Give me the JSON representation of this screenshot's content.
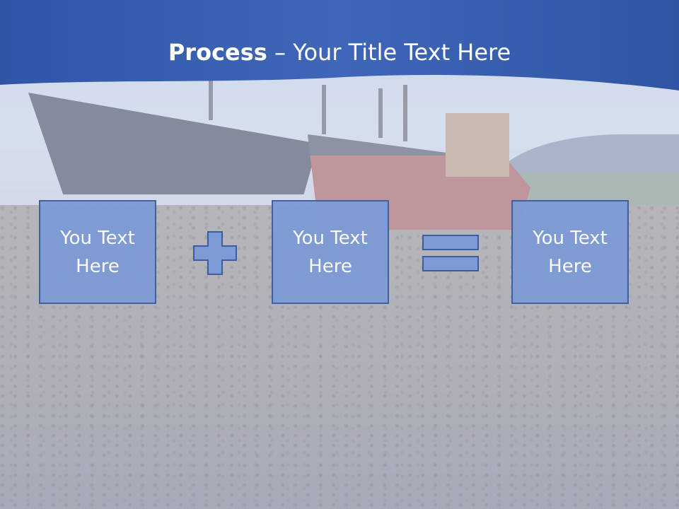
{
  "slide": {
    "title_strong": "Process",
    "title_rest": " – Your Title Text Here",
    "boxes": [
      {
        "line1": "You Text",
        "line2": "Here"
      },
      {
        "line1": "You Text",
        "line2": "Here"
      },
      {
        "line1": "You Text",
        "line2": "Here"
      }
    ],
    "operators": [
      "plus",
      "equals"
    ]
  },
  "colors": {
    "banner": "#3a5fb0",
    "box_fill": "#7e9bd6",
    "box_border": "#3b5f9e",
    "text": "#ffffff"
  }
}
